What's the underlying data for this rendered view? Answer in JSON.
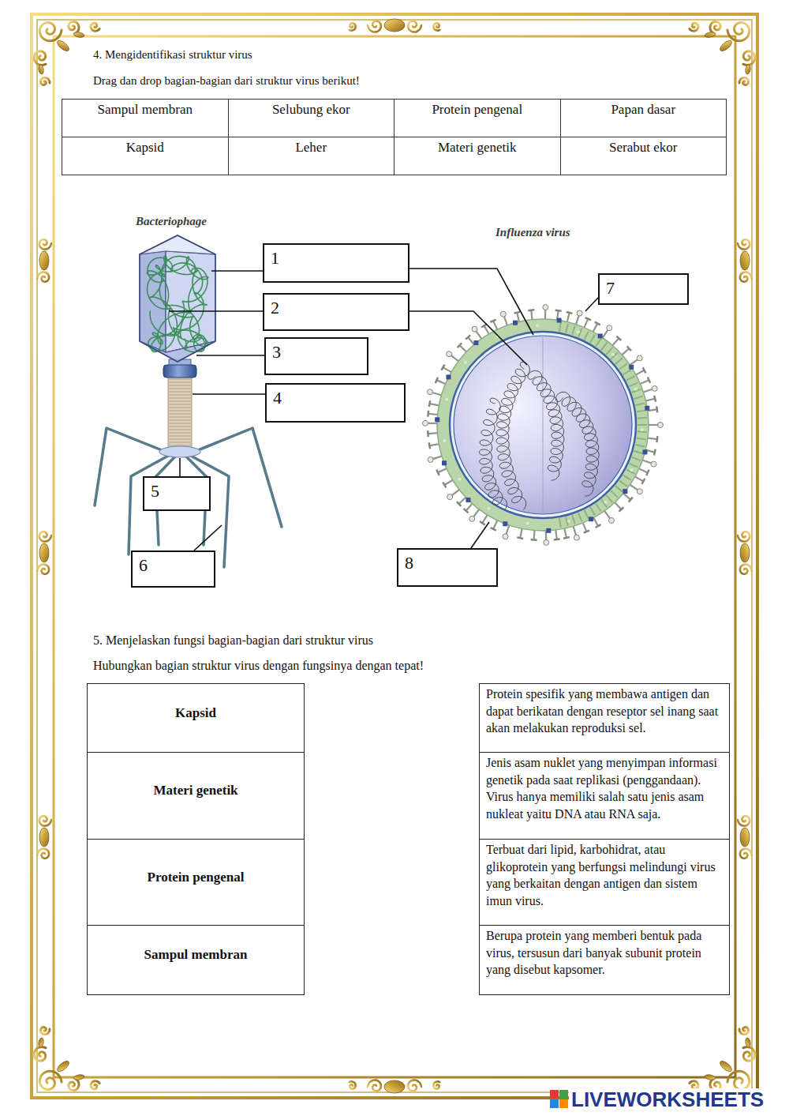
{
  "diagram": {
    "nodes": [
      {
        "text": [
          "1"
        ]
      },
      {
        "text": [
          "2"
        ]
      },
      {
        "text": [
          "3"
        ]
      },
      {
        "text": [
          "4"
        ]
      },
      {
        "text": [
          "5"
        ]
      },
      {
        "text": [
          "6"
        ]
      },
      {
        "text": [
          "7"
        ]
      },
      {
        "text": [
          "8"
        ]
      },
      {
        "text": [
          "Kapsid"
        ]
      },
      {
        "text": [
          "Protein spesifik yang membawa antigen dan dapat berikatan dengan reseptor sel inang saat akan melakukan reproduksi sel."
        ]
      },
      {
        "text": [
          "Materi genetik"
        ]
      },
      {
        "text": [
          "Jenis asam nuklet yang menyimpan informasi genetik pada saat replikasi (penggandaan). Virus hanya memiliki salah satu jenis asam nukleat yaitu DNA atau RNA saja."
        ]
      },
      {
        "text": [
          "Protein pengenal"
        ]
      },
      {
        "text": [
          "Terbuat dari lipid, karbohidrat, atau glikoprotein yang berfungsi melindungi virus yang berkaitan dengan antigen dan sistem imun virus."
        ]
      },
      {
        "text": [
          "Sampul membran"
        ]
      },
      {
        "text": [
          "Berupa protein yang memberi bentuk pada virus, tersusun dari banyak subunit protein yang disebut kapsomer."
        ]
      }
    ],
    "labels": [
      "4. Mengidentifikasi struktur virus",
      "Drag dan drop bagian-bagian dari struktur virus berikut!",
      "Sampul membran",
      "Selubung ekor",
      "Protein pengenal",
      "Papan dasar",
      "Kapsid",
      "Leher",
      "Materi genetik",
      "Serabut ekor",
      "Bacteriophage",
      "Influenza virus",
      "5. Menjelaskan fungsi bagian-bagian dari struktur virus",
      "Hubungkan bagian struktur virus dengan fungsinya dengan tepat!",
      "LIVEWORKSHEETS"
    ]
  }
}
